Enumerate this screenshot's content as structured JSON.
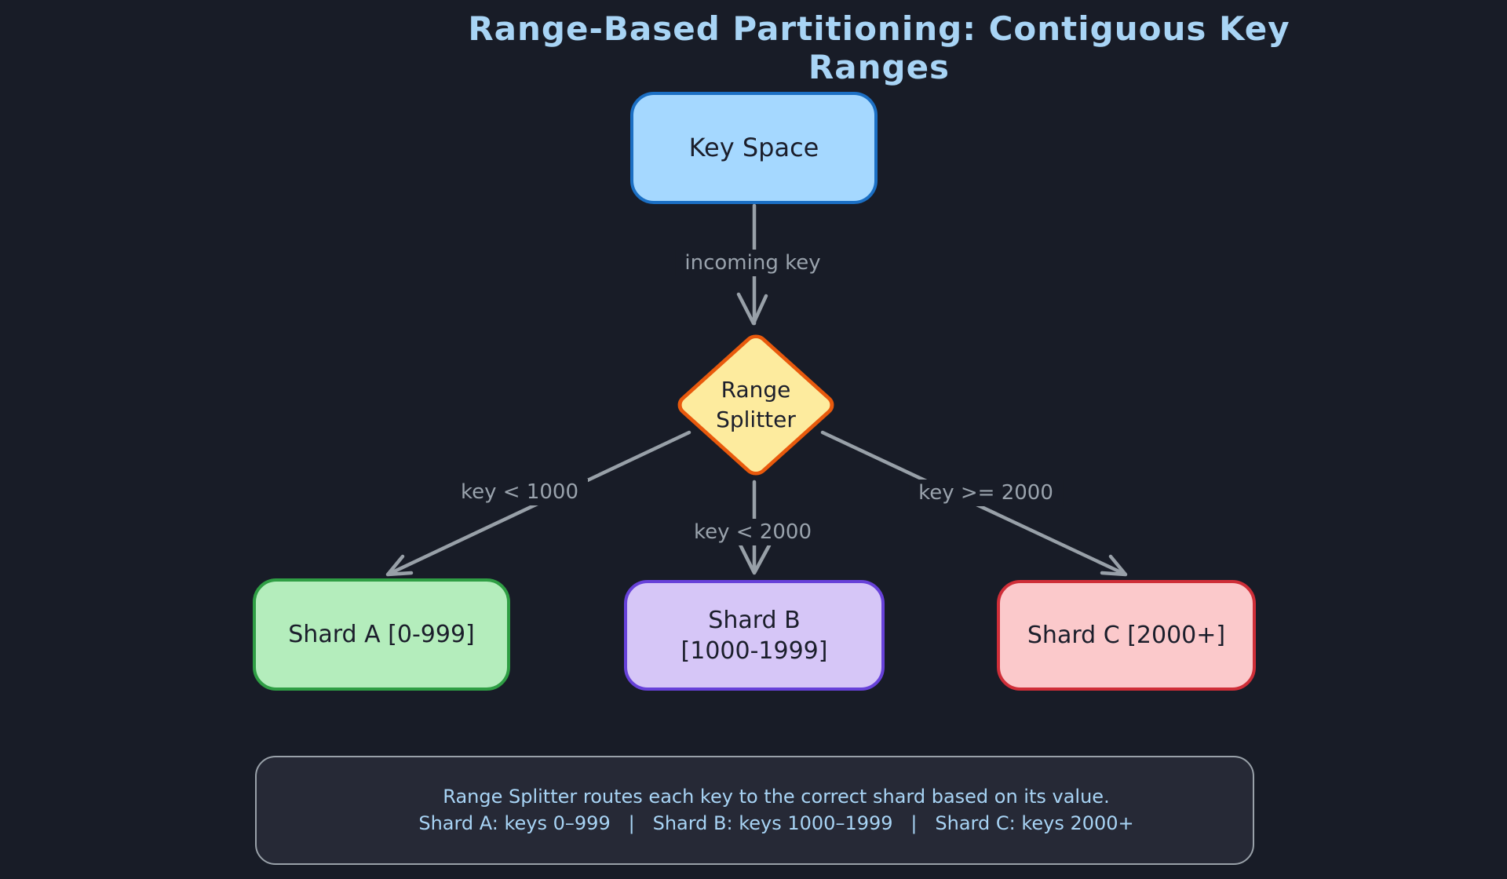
{
  "title": "Range-Based Partitioning: Contiguous Key Ranges",
  "nodes": {
    "key_space": {
      "label": "Key Space",
      "fill": "#a5d8ff",
      "stroke": "#1b6fc4"
    },
    "range_splitter": {
      "line1": "Range",
      "line2": "Splitter",
      "fill": "#fdeb9e",
      "stroke": "#e8590c"
    },
    "shard_a": {
      "label": "Shard A [0-999]",
      "fill": "#b4edbc",
      "stroke": "#2f9e44"
    },
    "shard_b": {
      "line1": "Shard B",
      "line2": "[1000-1999]",
      "fill": "#d6c6f7",
      "stroke": "#6741d9"
    },
    "shard_c": {
      "label": "Shard C [2000+]",
      "fill": "#fbc9cb",
      "stroke": "#cf2e38"
    }
  },
  "edges": {
    "incoming_key": {
      "label": "incoming key"
    },
    "to_shard_a": {
      "label": "key < 1000"
    },
    "to_shard_b": {
      "label": "key < 2000"
    },
    "to_shard_c": {
      "label": "key >= 2000"
    }
  },
  "note": {
    "line1": "Range Splitter routes each key to the correct shard based on its value.",
    "line2": "Shard A: keys 0–999   |   Shard B: keys 1000–1999   |   Shard C: keys 2000+"
  },
  "colors": {
    "background": "#181c27",
    "title_text": "#a8d4f5",
    "connector": "#98a0a8",
    "edge_label_text": "#9aa3ad",
    "note_fill": "#262936",
    "note_border": "#99a1a9",
    "note_text": "#a8d4f5",
    "node_text": "#1b1e2b"
  }
}
